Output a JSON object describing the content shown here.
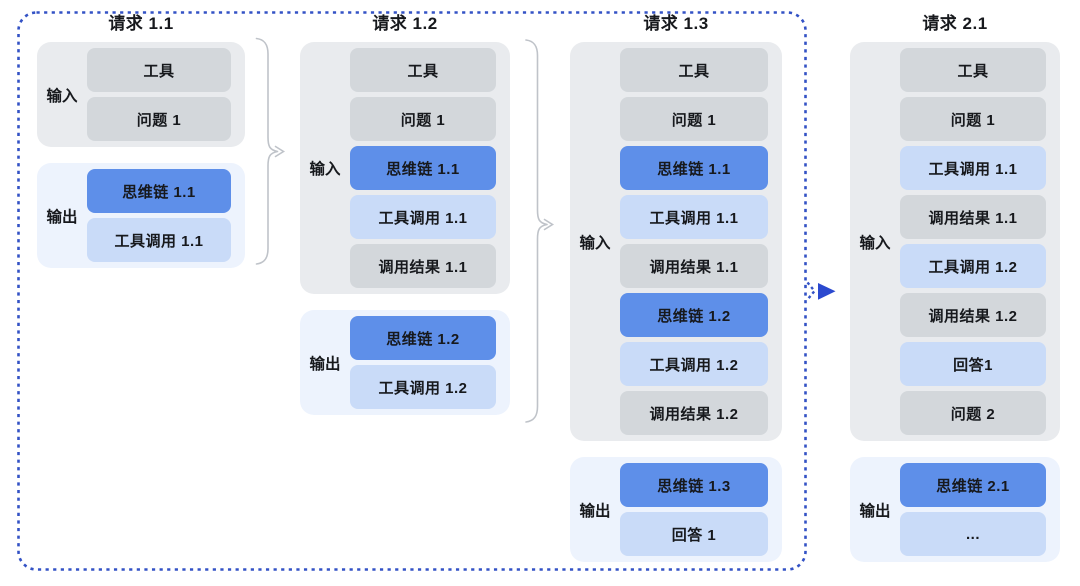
{
  "diagram": {
    "description": "multi-turn tool-call request context diagram",
    "colors": {
      "accent_blue": "#3352c5",
      "cot_box_blue": "#5e8fe9",
      "tool_call_light_blue": "#c9dbf8",
      "gray_box": "#d3d7db",
      "input_group_bg": "#e9ebee",
      "output_group_bg": "#edf3fd",
      "text": "#17191d",
      "brace_gray": "#bfc3c9",
      "arrow_blue": "#2b49cf"
    },
    "columns": [
      {
        "title": "请求 1.1",
        "input": {
          "label": "输入",
          "boxes": [
            {
              "text": "工具",
              "style": "gray"
            },
            {
              "text": "问题 1",
              "style": "gray"
            }
          ]
        },
        "output": {
          "label": "输出",
          "boxes": [
            {
              "text": "思维链 1.1",
              "style": "blue"
            },
            {
              "text": "工具调用 1.1",
              "style": "lightblue"
            }
          ]
        }
      },
      {
        "title": "请求 1.2",
        "input": {
          "label": "输入",
          "boxes": [
            {
              "text": "工具",
              "style": "gray"
            },
            {
              "text": "问题 1",
              "style": "gray"
            },
            {
              "text": "思维链 1.1",
              "style": "blue"
            },
            {
              "text": "工具调用 1.1",
              "style": "lightblue"
            },
            {
              "text": "调用结果 1.1",
              "style": "gray"
            }
          ]
        },
        "output": {
          "label": "输出",
          "boxes": [
            {
              "text": "思维链 1.2",
              "style": "blue"
            },
            {
              "text": "工具调用 1.2",
              "style": "lightblue"
            }
          ]
        }
      },
      {
        "title": "请求 1.3",
        "input": {
          "label": "输入",
          "boxes": [
            {
              "text": "工具",
              "style": "gray"
            },
            {
              "text": "问题 1",
              "style": "gray"
            },
            {
              "text": "思维链 1.1",
              "style": "blue"
            },
            {
              "text": "工具调用 1.1",
              "style": "lightblue"
            },
            {
              "text": "调用结果 1.1",
              "style": "gray"
            },
            {
              "text": "思维链 1.2",
              "style": "blue"
            },
            {
              "text": "工具调用 1.2",
              "style": "lightblue"
            },
            {
              "text": "调用结果 1.2",
              "style": "gray"
            }
          ]
        },
        "output": {
          "label": "输出",
          "boxes": [
            {
              "text": "思维链 1.3",
              "style": "blue"
            },
            {
              "text": "回答 1",
              "style": "lightblue"
            }
          ]
        }
      },
      {
        "title": "请求 2.1",
        "input": {
          "label": "输入",
          "boxes": [
            {
              "text": "工具",
              "style": "gray"
            },
            {
              "text": "问题 1",
              "style": "gray"
            },
            {
              "text": "工具调用 1.1",
              "style": "lightblue"
            },
            {
              "text": "调用结果 1.1",
              "style": "gray"
            },
            {
              "text": "工具调用 1.2",
              "style": "lightblue"
            },
            {
              "text": "调用结果 1.2",
              "style": "gray"
            },
            {
              "text": "回答1",
              "style": "lightblue"
            },
            {
              "text": "问题 2",
              "style": "gray"
            }
          ]
        },
        "output": {
          "label": "输出",
          "boxes": [
            {
              "text": "思维链 2.1",
              "style": "blue"
            },
            {
              "text": "...",
              "style": "lightblue"
            }
          ]
        }
      }
    ]
  }
}
